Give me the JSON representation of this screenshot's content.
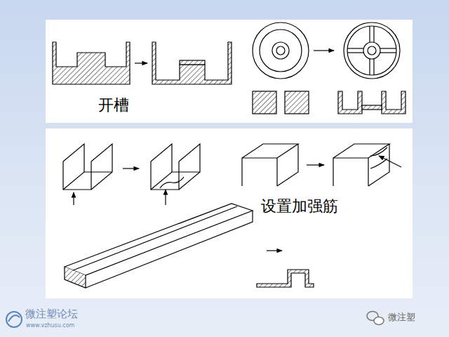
{
  "diagram": {
    "labels": [
      "开槽",
      "设置加强筋",
      "微注塑论坛",
      "www.vzhusu.com",
      "微注塑"
    ]
  }
}
